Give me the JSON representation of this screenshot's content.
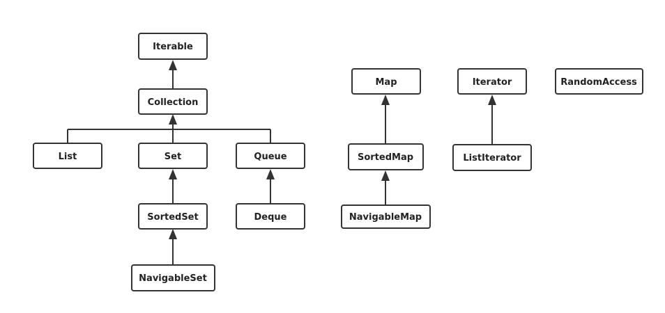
{
  "diagram": {
    "nodes": {
      "iterable": "Iterable",
      "collection": "Collection",
      "list": "List",
      "set": "Set",
      "queue": "Queue",
      "sortedset": "SortedSet",
      "navigableset": "NavigableSet",
      "deque": "Deque",
      "map": "Map",
      "sortedmap": "SortedMap",
      "navigablemap": "NavigableMap",
      "iterator": "Iterator",
      "listiterator": "ListIterator",
      "randomaccess": "RandomAccess"
    },
    "edges": [
      {
        "from": "collection",
        "to": "iterable"
      },
      {
        "from": "list",
        "to": "collection"
      },
      {
        "from": "set",
        "to": "collection"
      },
      {
        "from": "queue",
        "to": "collection"
      },
      {
        "from": "sortedset",
        "to": "set"
      },
      {
        "from": "navigableset",
        "to": "sortedset"
      },
      {
        "from": "deque",
        "to": "queue"
      },
      {
        "from": "sortedmap",
        "to": "map"
      },
      {
        "from": "navigablemap",
        "to": "sortedmap"
      },
      {
        "from": "listiterator",
        "to": "iterator"
      }
    ]
  }
}
